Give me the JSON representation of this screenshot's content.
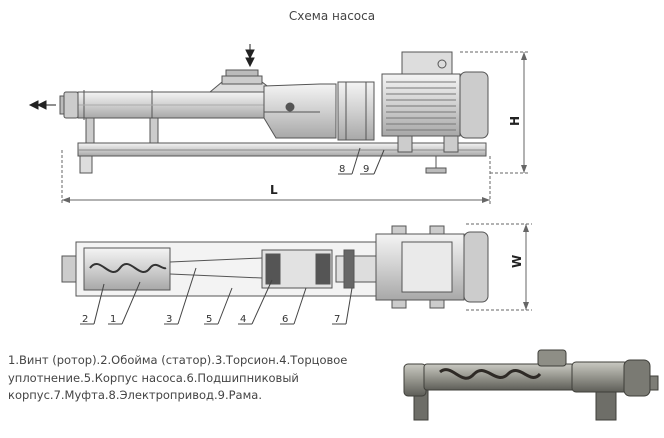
{
  "title": "Схема насоса",
  "dimensions": {
    "length": "L",
    "height": "H",
    "width": "W"
  },
  "callouts": [
    "1",
    "2",
    "3",
    "4",
    "5",
    "6",
    "7",
    "8",
    "9"
  ],
  "legend_lines": [
    "1.Винт (ротор).2.Обойма (статор).3.Торсион.4.Торцовое",
    "уплотнение.5.Корпус насоса.6.Подшипниковый",
    "корпус.7.Муфта.8.Электропривод.9.Рама."
  ]
}
